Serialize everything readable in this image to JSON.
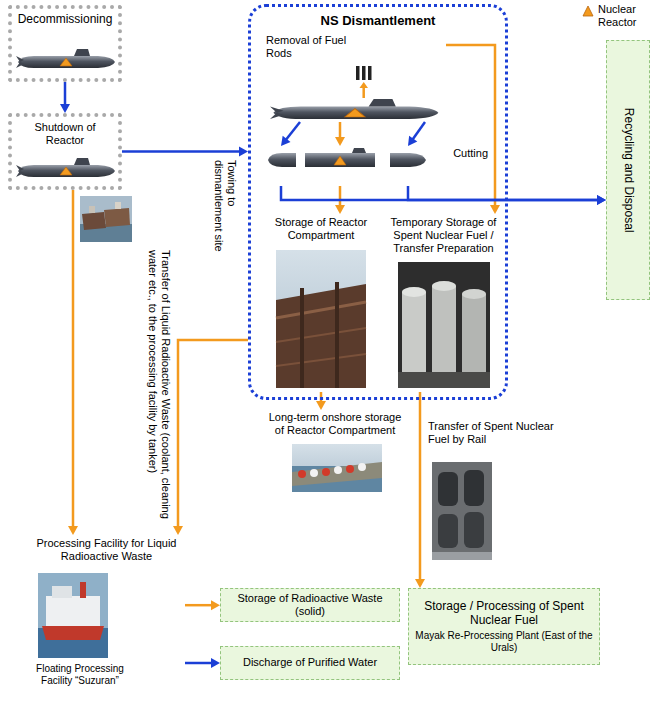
{
  "diagram": {
    "nodes": [
      {
        "text": [
          "Decommissioning"
        ]
      },
      {
        "text": [
          "Shutdown of Reactor"
        ]
      },
      {
        "text": [
          "NS Dismantlement"
        ]
      },
      {
        "text": [
          "Removal of Fuel Rods"
        ],
        "in": 2
      },
      {
        "text": [
          "Cutting"
        ],
        "in": 2
      },
      {
        "text": [
          "Storage of Reactor Compartment"
        ],
        "in": 2
      },
      {
        "text": [
          "Temporary Storage of Spent Nuclear Fuel / Transfer Preparation"
        ],
        "in": 2
      },
      {
        "text": [
          "Recycling and Disposal"
        ]
      },
      {
        "text": [
          "Long-term onshore storage of Reactor Compartment"
        ]
      },
      {
        "text": [
          "Processing Facility for Liquid Radioactive Waste",
          "Floating Processing Facility “Suzuran”"
        ]
      },
      {
        "text": [
          "Storage of Radioactive Waste (solid)"
        ]
      },
      {
        "text": [
          "Discharge of Purified Water"
        ]
      },
      {
        "text": [
          "Storage / Processing of Spent Nuclear Fuel",
          "Mayak Re-Processing Plant (East of the Urals)"
        ]
      }
    ],
    "edges": [
      {
        "from": 0,
        "to": 1,
        "arrow": "to"
      },
      {
        "from": 1,
        "to": 2,
        "label": "Towing to dismantlement site",
        "arrow": "to"
      },
      {
        "from": 1,
        "to": 9,
        "label": "Transfer of Liquid Radioactive Waste (coolant, cleaning water etc., to the processing facility by tanker)",
        "arrow": "to"
      },
      {
        "from": 2,
        "to": 9,
        "arrow": "to"
      },
      {
        "from": 3,
        "to": 4,
        "arrow": "to"
      },
      {
        "from": 3,
        "to": 6,
        "arrow": "to"
      },
      {
        "from": 4,
        "to": 5,
        "arrow": "to"
      },
      {
        "from": 4,
        "to": 7,
        "arrow": "to"
      },
      {
        "from": 5,
        "to": 8,
        "arrow": "to"
      },
      {
        "from": 6,
        "to": 12,
        "label": "Transfer of Spent Nuclear Fuel by Rail",
        "arrow": "to"
      },
      {
        "from": 9,
        "to": 10,
        "arrow": "to"
      },
      {
        "from": 9,
        "to": 11,
        "arrow": "to"
      }
    ],
    "legend": [
      {
        "text": "Nuclear Reactor"
      }
    ]
  }
}
